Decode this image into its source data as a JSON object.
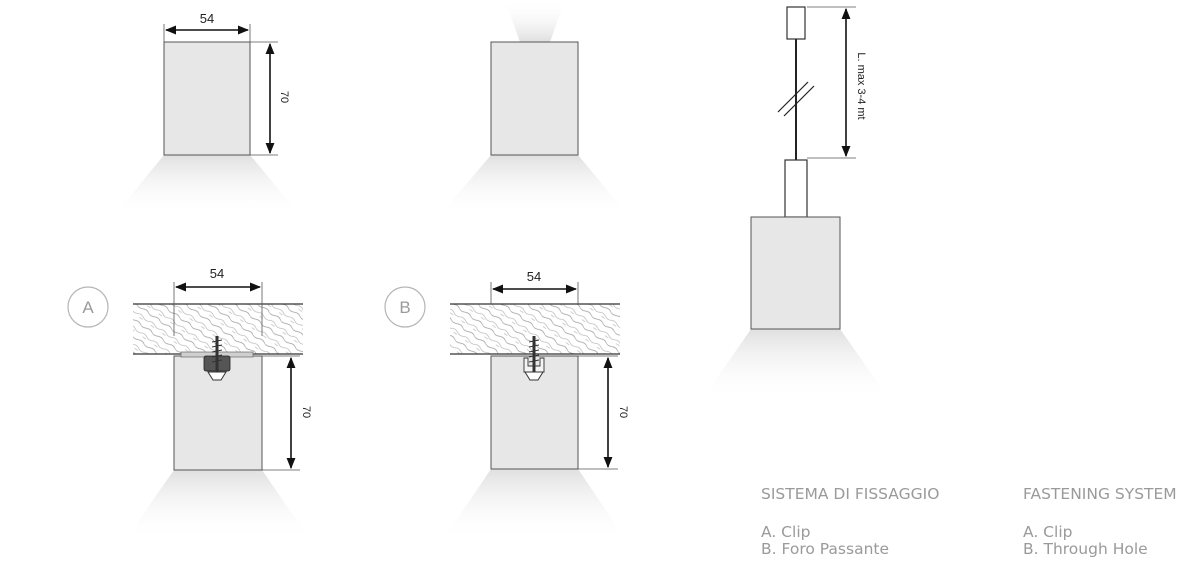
{
  "dimensions": {
    "top_left_width": "54",
    "top_left_height": "70",
    "a_width": "54",
    "a_height": "70",
    "b_width": "54",
    "b_height": "70",
    "suspension_length": "L. max 3-4 mt"
  },
  "markers": {
    "a": "A",
    "b": "B"
  },
  "legend": {
    "italian": {
      "title": "SISTEMA DI FISSAGGIO",
      "items": [
        "A. Clip",
        "B. Foro Passante"
      ]
    },
    "english": {
      "title": "FASTENING SYSTEM",
      "items": [
        "A. Clip",
        "B. Through Hole"
      ]
    }
  },
  "colors": {
    "body_fill": "#e7e7e7",
    "body_stroke": "#555555",
    "glow": "#e4e4e4",
    "text_gray": "#9a9a9a"
  }
}
